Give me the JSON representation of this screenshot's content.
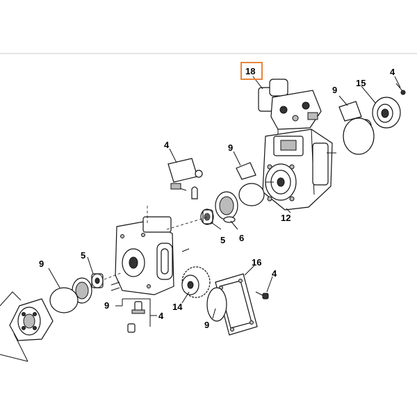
{
  "diagram": {
    "callouts": {
      "c18": "18",
      "c4a": "4",
      "c15": "15",
      "c9a": "9",
      "c4b": "4",
      "c9b": "9",
      "c12": "12",
      "c5a": "5",
      "c6": "6",
      "c9c": "9",
      "c5b": "5",
      "c16": "16",
      "c4c": "4",
      "c14": "14",
      "c9d": "9",
      "c4d": "4",
      "c9e": "9"
    },
    "highlight_color": "#e8843a"
  }
}
